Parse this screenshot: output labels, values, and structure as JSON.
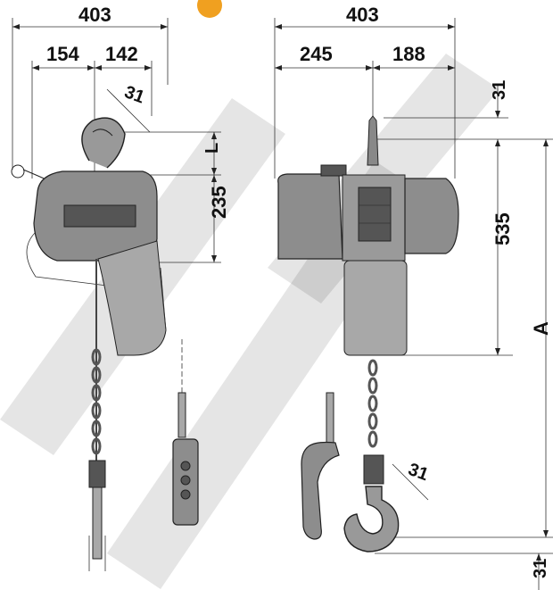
{
  "left_view": {
    "overall_width": "403",
    "dim_left": "154",
    "dim_right": "142",
    "hook_size": "31",
    "dim_l": "L",
    "dim_height": "235"
  },
  "right_view": {
    "overall_width": "403",
    "dim_left": "245",
    "dim_right": "188",
    "dim_top": "31",
    "dim_height": "535",
    "dim_a": "A",
    "hook_size": "31",
    "dim_bottom": "31"
  },
  "colors": {
    "body_gray": "#8d8d8d",
    "outline": "#222222",
    "accent_orange": "#f0a020"
  }
}
